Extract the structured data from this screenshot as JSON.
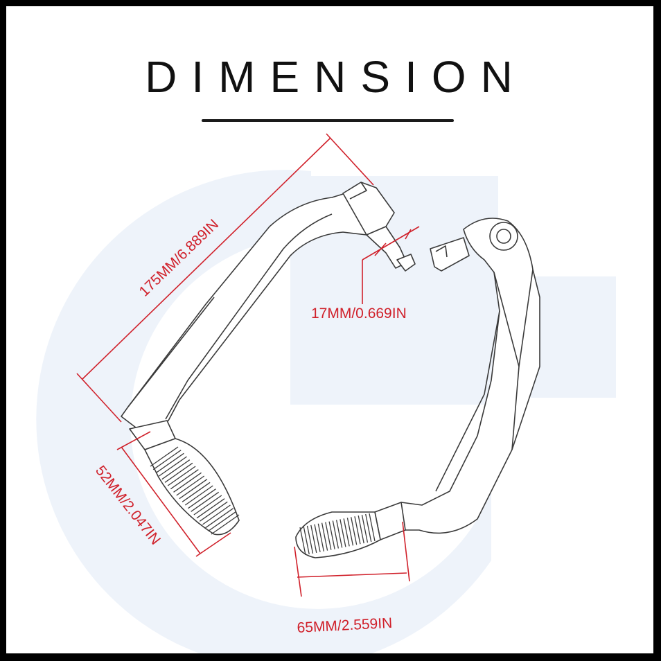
{
  "title": "DIMENSION",
  "dimensions": {
    "overall_length": "175MM/6.889IN",
    "mount_width": "17MM/0.669IN",
    "grip_height": "52MM/2.047IN",
    "grip_width": "65MM/2.559IN"
  },
  "colors": {
    "dimension_line": "#d0202a",
    "outline": "#3a3a3a",
    "watermark": "#eef3fa"
  }
}
